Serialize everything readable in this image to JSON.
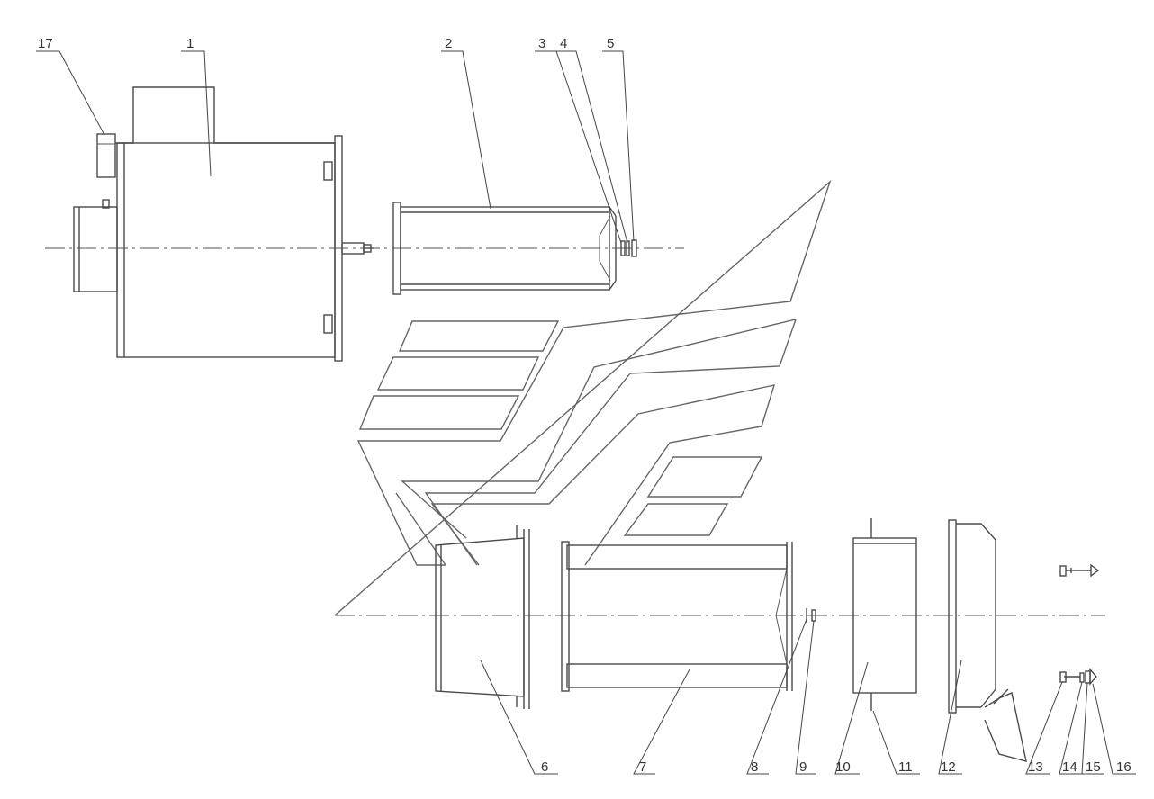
{
  "callouts": [
    {
      "id": "17",
      "text": "17"
    },
    {
      "id": "1",
      "text": "1"
    },
    {
      "id": "2",
      "text": "2"
    },
    {
      "id": "3",
      "text": "3"
    },
    {
      "id": "4",
      "text": "4"
    },
    {
      "id": "5",
      "text": "5"
    },
    {
      "id": "6",
      "text": "6"
    },
    {
      "id": "7",
      "text": "7"
    },
    {
      "id": "8",
      "text": "8"
    },
    {
      "id": "9",
      "text": "9"
    },
    {
      "id": "10",
      "text": "10"
    },
    {
      "id": "11",
      "text": "11"
    },
    {
      "id": "12",
      "text": "12"
    },
    {
      "id": "13",
      "text": "13"
    },
    {
      "id": "14",
      "text": "14"
    },
    {
      "id": "15",
      "text": "15"
    },
    {
      "id": "16",
      "text": "16"
    }
  ],
  "colors": {
    "line": "#4a4a4a",
    "background": "#ffffff"
  }
}
